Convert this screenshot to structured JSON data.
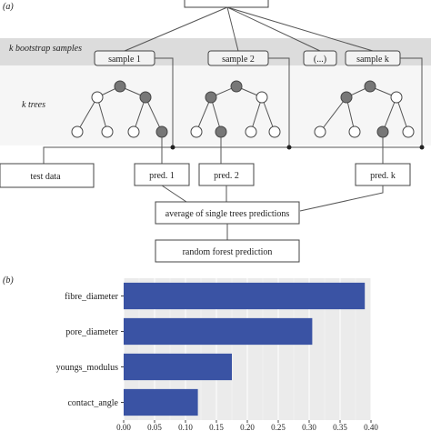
{
  "panel_a": {
    "label": "(a)",
    "band_samples_label": "k bootstrap samples",
    "band_trees_label": "k trees",
    "samples": [
      {
        "label": "sample 1"
      },
      {
        "label": "sample 2"
      },
      {
        "label": "(...)"
      },
      {
        "label": "sample k"
      }
    ],
    "test_data_label": "test data",
    "preds": [
      {
        "label": "pred. 1"
      },
      {
        "label": "pred. 2"
      },
      {
        "label": "pred. k"
      }
    ],
    "average_label": "average of single trees predictions",
    "final_label": "random forest prediction"
  },
  "panel_b": {
    "label": "(b)"
  },
  "chart_data": {
    "type": "bar",
    "orientation": "horizontal",
    "categories": [
      "fibre_diameter",
      "pore_diameter",
      "youngs_modulus",
      "contact_angle"
    ],
    "values": [
      0.39,
      0.305,
      0.175,
      0.12
    ],
    "xlim": [
      0,
      0.4
    ],
    "xticks": [
      "0.00",
      "0.05",
      "0.10",
      "0.15",
      "0.20",
      "0.25",
      "0.30",
      "0.35",
      "0.40"
    ],
    "bar_color": "#3a53a4",
    "panel_background": "#ebebeb",
    "grid": true
  }
}
